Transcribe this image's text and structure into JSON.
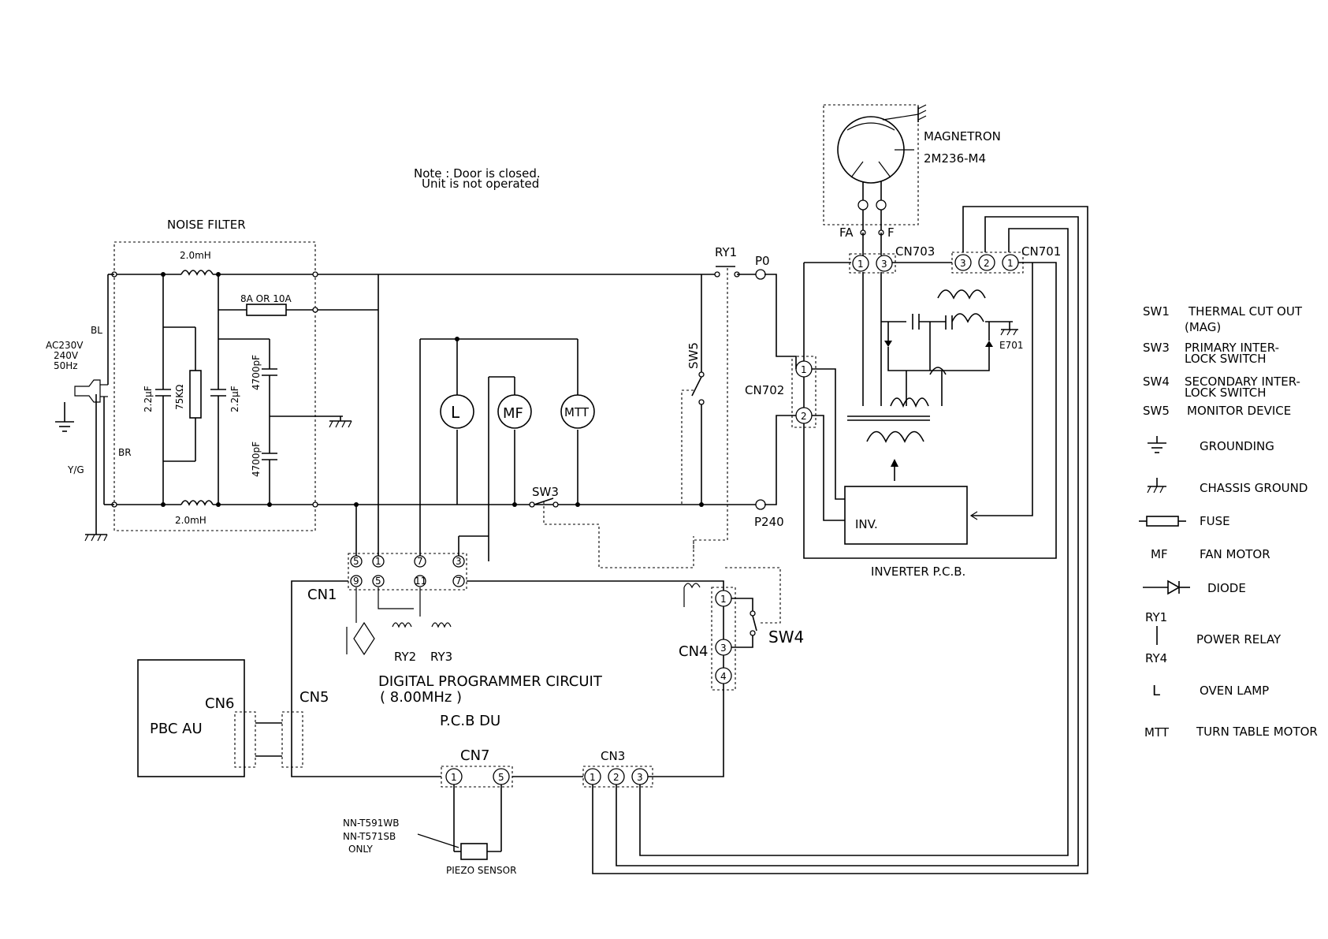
{
  "note": {
    "line1": "Note : Door is closed.",
    "line2": "Unit is not operated"
  },
  "noise_filter": {
    "title": "NOISE FILTER",
    "inductor_top": "2.0mH",
    "inductor_bottom": "2.0mH",
    "fuse": "8A OR 10A",
    "cap1": "2.2μF",
    "resistor": "75KΩ",
    "cap2": "2.2μF",
    "cap3": "4700pF",
    "cap4": "4700pF"
  },
  "supply": {
    "bl": "BL",
    "br": "BR",
    "yg": "Y/G",
    "v1": "AC230V",
    "v2": "240V",
    "hz": "50Hz"
  },
  "relays": {
    "ry1": "RY1",
    "ry2": "RY2",
    "ry3": "RY3"
  },
  "switches": {
    "sw3": "SW3",
    "sw4": "SW4",
    "sw5": "SW5"
  },
  "terminals": {
    "p0": "P0",
    "p240": "P240",
    "fa": "FA",
    "f": "F"
  },
  "loads": {
    "lamp": "L",
    "fan": "MF",
    "turntable": "MTT"
  },
  "magnetron": {
    "label": "MAGNETRON",
    "model": "2M236-M4"
  },
  "connectors": {
    "cn1": "CN1",
    "cn3": "CN3",
    "cn4": "CN4",
    "cn5": "CN5",
    "cn6": "CN6",
    "cn7": "CN7",
    "cn701": "CN701",
    "cn702": "CN702",
    "cn703": "CN703",
    "cn1_pins_top": [
      "5",
      "1",
      "7",
      "3"
    ],
    "cn1_pins_bottom": [
      "9",
      "5",
      "11",
      "7"
    ],
    "cn703_pins": [
      "1",
      "3"
    ],
    "cn701_pins": [
      "3",
      "2",
      "1"
    ],
    "cn702_pins": [
      "1",
      "2"
    ],
    "cn4_pins": [
      "1",
      "3",
      "4"
    ],
    "cn7_pins": [
      "1",
      "5"
    ],
    "cn3_pins": [
      "1",
      "2",
      "3"
    ]
  },
  "inverter": {
    "inv": "INV.",
    "pcb": "INVERTER P.C.B.",
    "e701": "E701"
  },
  "dpc": {
    "line1": "DIGITAL PROGRAMMER CIRCUIT",
    "line2": "( 8.00MHz )",
    "line3": "P.C.B DU"
  },
  "pbc": "PBC AU",
  "piezo": {
    "model1": "NN-T591WB",
    "model2": "NN-T571SB",
    "only": "ONLY",
    "sensor": "PIEZO SENSOR"
  },
  "legend": [
    {
      "sym": "SW1",
      "text": "THERMAL CUT OUT",
      "text2": "(MAG)"
    },
    {
      "sym": "SW3",
      "text": "PRIMARY INTER-",
      "text2": "LOCK SWITCH"
    },
    {
      "sym": "SW4",
      "text": "SECONDARY INTER-",
      "text2": "LOCK SWITCH"
    },
    {
      "sym": "SW5",
      "text": "MONITOR DEVICE",
      "text2": ""
    },
    {
      "sym": "",
      "text": "GROUNDING",
      "text2": ""
    },
    {
      "sym": "",
      "text": "CHASSIS GROUND",
      "text2": ""
    },
    {
      "sym": "",
      "text": "FUSE",
      "text2": ""
    },
    {
      "sym": "MF",
      "text": "FAN MOTOR",
      "text2": ""
    },
    {
      "sym": "",
      "text": "DIODE",
      "text2": ""
    },
    {
      "sym": "RY1",
      "sym2": "RY4",
      "text": "POWER RELAY",
      "text2": ""
    },
    {
      "sym": "L",
      "text": "OVEN LAMP",
      "text2": ""
    },
    {
      "sym": "MTT",
      "text": "TURN TABLE MOTOR",
      "text2": ""
    }
  ]
}
